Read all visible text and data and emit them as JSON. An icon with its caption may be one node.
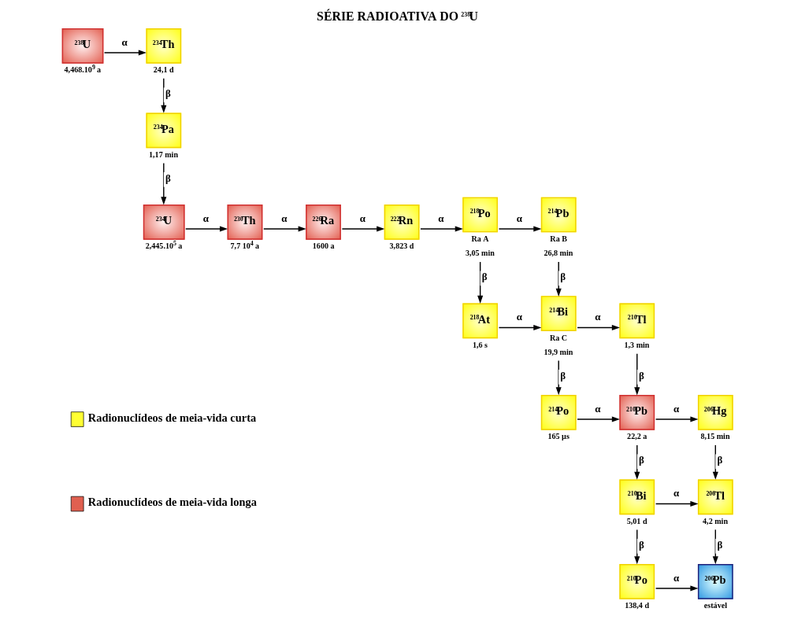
{
  "diagram": {
    "title": "SÉRIE RADIOATIVA DO $^{238}$U",
    "nodes": [
      {
        "text": [
          "$^{238}$U"
        ],
        "beside": [
          "4,468.10$^{9}$ a"
        ]
      },
      {
        "text": [
          "$^{234}$Th"
        ],
        "beside": [
          "24,1 d"
        ]
      },
      {
        "text": [
          "$^{234}$Pa"
        ],
        "beside": [
          "1,17 min"
        ]
      },
      {
        "text": [
          "$^{234}$U"
        ],
        "beside": [
          "2,445.10$^{5}$ a"
        ]
      },
      {
        "text": [
          "$^{230}$Th"
        ],
        "beside": [
          "7,7 10$^{4}$ a"
        ]
      },
      {
        "text": [
          "$^{226}$Ra"
        ],
        "beside": [
          "1600 a"
        ]
      },
      {
        "text": [
          "$^{222}$Rn"
        ],
        "beside": [
          "3,823 d"
        ]
      },
      {
        "text": [
          "$^{218}$Po"
        ],
        "beside": [
          "Ra A",
          "3,05 min"
        ]
      },
      {
        "text": [
          "$^{214}$Pb"
        ],
        "beside": [
          "Ra B",
          "26,8 min"
        ]
      },
      {
        "text": [
          "$^{218}$At"
        ],
        "beside": [
          "1,6 s"
        ]
      },
      {
        "text": [
          "$^{214}$Bi"
        ],
        "beside": [
          "Ra C",
          "19,9 min"
        ]
      },
      {
        "text": [
          "$^{210}$Tl"
        ],
        "beside": [
          "1,3 min"
        ]
      },
      {
        "text": [
          "$^{214}$Po"
        ],
        "beside": [
          "165 µs"
        ]
      },
      {
        "text": [
          "$^{210}$Pb"
        ],
        "beside": [
          "22,2 a"
        ]
      },
      {
        "text": [
          "$^{206}$Hg"
        ],
        "beside": [
          "8,15 min"
        ]
      },
      {
        "text": [
          "$^{210}$Bi"
        ],
        "beside": [
          "5,01 d"
        ]
      },
      {
        "text": [
          "$^{206}$Tl"
        ],
        "beside": [
          "4,2 min"
        ]
      },
      {
        "text": [
          "$^{210}$Po"
        ],
        "beside": [
          "138,4 d"
        ]
      },
      {
        "text": [
          "$^{206}$Pb"
        ],
        "beside": [
          "estável"
        ]
      }
    ],
    "edges": [
      {
        "from": 0,
        "to": 1,
        "arrow": "to",
        "label": "α"
      },
      {
        "from": 1,
        "to": 2,
        "arrow": "to",
        "label": "β"
      },
      {
        "from": 2,
        "to": 3,
        "arrow": "to",
        "label": "β"
      },
      {
        "from": 3,
        "to": 4,
        "arrow": "to",
        "label": "α"
      },
      {
        "from": 4,
        "to": 5,
        "arrow": "to",
        "label": "α"
      },
      {
        "from": 5,
        "to": 6,
        "arrow": "to",
        "label": "α"
      },
      {
        "from": 6,
        "to": 7,
        "arrow": "to",
        "label": "α"
      },
      {
        "from": 7,
        "to": 8,
        "arrow": "to",
        "label": "α"
      },
      {
        "from": 7,
        "to": 9,
        "arrow": "to",
        "label": "β"
      },
      {
        "from": 8,
        "to": 10,
        "arrow": "to",
        "label": "β"
      },
      {
        "from": 9,
        "to": 10,
        "arrow": "to",
        "label": "α"
      },
      {
        "from": 10,
        "to": 11,
        "arrow": "to",
        "label": "α"
      },
      {
        "from": 10,
        "to": 12,
        "arrow": "to",
        "label": "β"
      },
      {
        "from": 11,
        "to": 13,
        "arrow": "to",
        "label": "β"
      },
      {
        "from": 12,
        "to": 13,
        "arrow": "to",
        "label": "α"
      },
      {
        "from": 13,
        "to": 14,
        "arrow": "to",
        "label": "α"
      },
      {
        "from": 13,
        "to": 15,
        "arrow": "to",
        "label": "β"
      },
      {
        "from": 14,
        "to": 16,
        "arrow": "to",
        "label": "β"
      },
      {
        "from": 15,
        "to": 16,
        "arrow": "to",
        "label": "α"
      },
      {
        "from": 15,
        "to": 17,
        "arrow": "to",
        "label": "β"
      },
      {
        "from": 16,
        "to": 18,
        "arrow": "to",
        "label": "β"
      },
      {
        "from": 17,
        "to": 18,
        "arrow": "to",
        "label": "α"
      }
    ],
    "legend": [
      {
        "text": "Radionuclídeos de meia-vida curta",
        "color": "#ffff33"
      },
      {
        "text": "Radionuclídeos de meia-vida longa",
        "color": "#e06050"
      }
    ]
  }
}
